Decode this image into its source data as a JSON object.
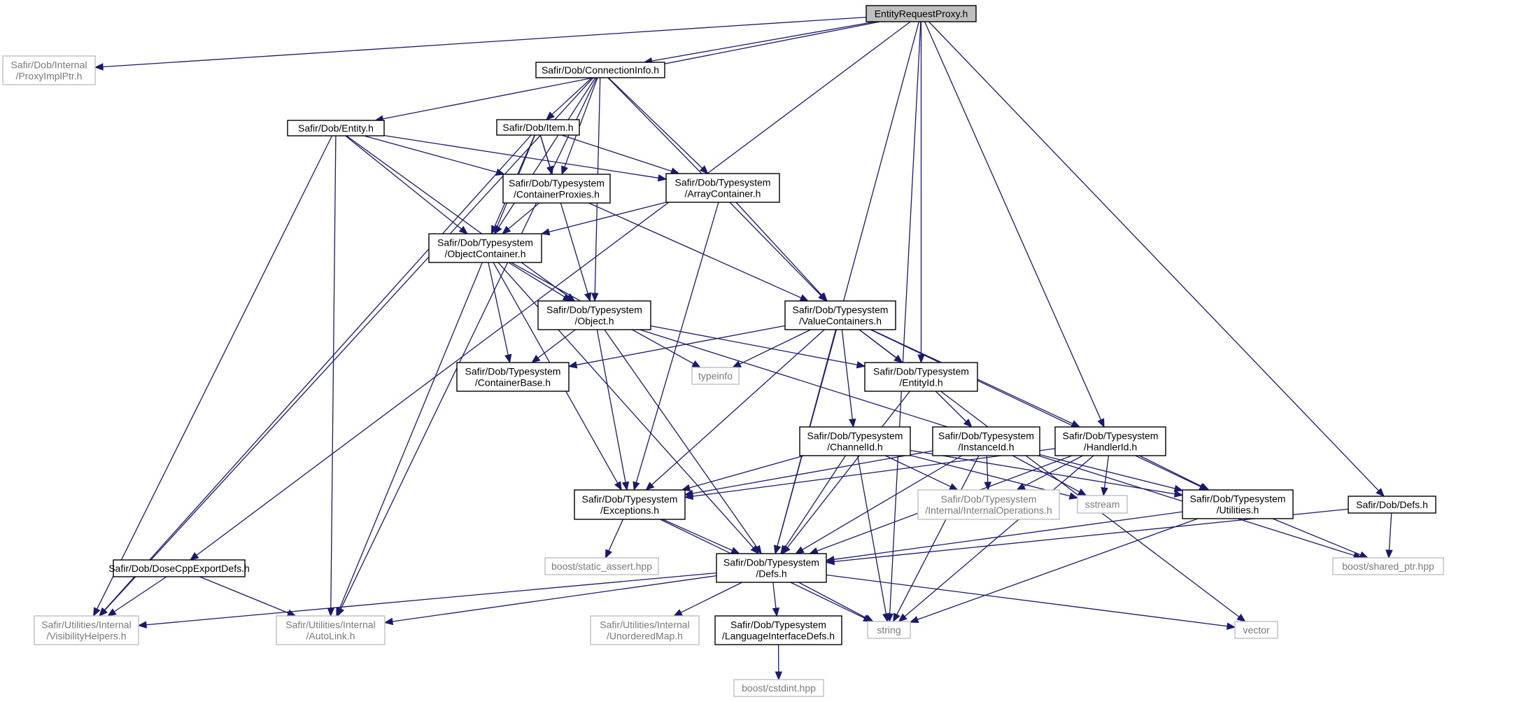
{
  "nodes": {
    "root": {
      "lines": [
        "EntityRequestProxy.h"
      ],
      "kind": "root"
    },
    "proxyimpl": {
      "lines": [
        "Safir/Dob/Internal",
        "/ProxyImplPtr.h"
      ],
      "kind": "ext"
    },
    "conninfo": {
      "lines": [
        "Safir/Dob/ConnectionInfo.h"
      ],
      "kind": "int"
    },
    "entity": {
      "lines": [
        "Safir/Dob/Entity.h"
      ],
      "kind": "int"
    },
    "item": {
      "lines": [
        "Safir/Dob/Item.h"
      ],
      "kind": "int"
    },
    "contprox": {
      "lines": [
        "Safir/Dob/Typesystem",
        "/ContainerProxies.h"
      ],
      "kind": "int"
    },
    "arraycont": {
      "lines": [
        "Safir/Dob/Typesystem",
        "/ArrayContainer.h"
      ],
      "kind": "int"
    },
    "objcont": {
      "lines": [
        "Safir/Dob/Typesystem",
        "/ObjectContainer.h"
      ],
      "kind": "int"
    },
    "object": {
      "lines": [
        "Safir/Dob/Typesystem",
        "/Object.h"
      ],
      "kind": "int"
    },
    "valcont": {
      "lines": [
        "Safir/Dob/Typesystem",
        "/ValueContainers.h"
      ],
      "kind": "int"
    },
    "contbase": {
      "lines": [
        "Safir/Dob/Typesystem",
        "/ContainerBase.h"
      ],
      "kind": "int"
    },
    "typeinfo": {
      "lines": [
        "typeinfo"
      ],
      "kind": "ext"
    },
    "entityid": {
      "lines": [
        "Safir/Dob/Typesystem",
        "/EntityId.h"
      ],
      "kind": "int"
    },
    "channelid": {
      "lines": [
        "Safir/Dob/Typesystem",
        "/ChannelId.h"
      ],
      "kind": "int"
    },
    "instanceid": {
      "lines": [
        "Safir/Dob/Typesystem",
        "/InstanceId.h"
      ],
      "kind": "int"
    },
    "handlerid": {
      "lines": [
        "Safir/Dob/Typesystem",
        "/HandlerId.h"
      ],
      "kind": "int"
    },
    "exceptions": {
      "lines": [
        "Safir/Dob/Typesystem",
        "/Exceptions.h"
      ],
      "kind": "int"
    },
    "internalops": {
      "lines": [
        "Safir/Dob/Typesystem",
        "/Internal/InternalOperations.h"
      ],
      "kind": "ext"
    },
    "sstream": {
      "lines": [
        "sstream"
      ],
      "kind": "ext"
    },
    "utilities": {
      "lines": [
        "Safir/Dob/Typesystem",
        "/Utilities.h"
      ],
      "kind": "int"
    },
    "dobdefs": {
      "lines": [
        "Safir/Dob/Defs.h"
      ],
      "kind": "int"
    },
    "dosecpp": {
      "lines": [
        "Safir/Dob/DoseCppExportDefs.h"
      ],
      "kind": "int"
    },
    "staticassert": {
      "lines": [
        "boost/static_assert.hpp"
      ],
      "kind": "ext"
    },
    "tsdefs": {
      "lines": [
        "Safir/Dob/Typesystem",
        "/Defs.h"
      ],
      "kind": "int"
    },
    "sharedptr": {
      "lines": [
        "boost/shared_ptr.hpp"
      ],
      "kind": "ext"
    },
    "vishelp": {
      "lines": [
        "Safir/Utilities/Internal",
        "/VisibilityHelpers.h"
      ],
      "kind": "ext"
    },
    "autolink": {
      "lines": [
        "Safir/Utilities/Internal",
        "/AutoLink.h"
      ],
      "kind": "ext"
    },
    "unordmap": {
      "lines": [
        "Safir/Utilities/Internal",
        "/UnorderedMap.h"
      ],
      "kind": "ext"
    },
    "langiface": {
      "lines": [
        "Safir/Dob/Typesystem",
        "/LanguageInterfaceDefs.h"
      ],
      "kind": "int"
    },
    "string": {
      "lines": [
        "string"
      ],
      "kind": "ext"
    },
    "vector": {
      "lines": [
        "vector"
      ],
      "kind": "ext"
    },
    "cstdint": {
      "lines": [
        "boost/cstdint.hpp"
      ],
      "kind": "ext"
    }
  },
  "edges": [
    [
      "root",
      "proxyimpl"
    ],
    [
      "root",
      "conninfo"
    ],
    [
      "root",
      "entity"
    ],
    [
      "root",
      "dosecpp"
    ],
    [
      "root",
      "entityid"
    ],
    [
      "root",
      "handlerid"
    ],
    [
      "root",
      "dobdefs"
    ],
    [
      "root",
      "tsdefs"
    ],
    [
      "root",
      "string"
    ],
    [
      "conninfo",
      "item"
    ],
    [
      "conninfo",
      "contprox"
    ],
    [
      "conninfo",
      "arraycont"
    ],
    [
      "conninfo",
      "objcont"
    ],
    [
      "conninfo",
      "object"
    ],
    [
      "conninfo",
      "valcont"
    ],
    [
      "conninfo",
      "vishelp"
    ],
    [
      "conninfo",
      "autolink"
    ],
    [
      "entity",
      "contprox"
    ],
    [
      "entity",
      "arraycont"
    ],
    [
      "entity",
      "objcont"
    ],
    [
      "entity",
      "object"
    ],
    [
      "entity",
      "vishelp"
    ],
    [
      "entity",
      "autolink"
    ],
    [
      "item",
      "contprox"
    ],
    [
      "item",
      "arraycont"
    ],
    [
      "item",
      "objcont"
    ],
    [
      "item",
      "object"
    ],
    [
      "item",
      "vishelp"
    ],
    [
      "item",
      "autolink"
    ],
    [
      "contprox",
      "objcont"
    ],
    [
      "contprox",
      "valcont"
    ],
    [
      "arraycont",
      "objcont"
    ],
    [
      "arraycont",
      "valcont"
    ],
    [
      "arraycont",
      "exceptions"
    ],
    [
      "objcont",
      "object"
    ],
    [
      "objcont",
      "contbase"
    ],
    [
      "objcont",
      "typeinfo"
    ],
    [
      "objcont",
      "exceptions"
    ],
    [
      "objcont",
      "tsdefs"
    ],
    [
      "object",
      "contbase"
    ],
    [
      "object",
      "entityid"
    ],
    [
      "object",
      "exceptions"
    ],
    [
      "object",
      "tsdefs"
    ],
    [
      "object",
      "sharedptr"
    ],
    [
      "valcont",
      "contbase"
    ],
    [
      "valcont",
      "typeinfo"
    ],
    [
      "valcont",
      "entityid"
    ],
    [
      "valcont",
      "channelid"
    ],
    [
      "valcont",
      "handlerid"
    ],
    [
      "valcont",
      "exceptions"
    ],
    [
      "valcont",
      "utilities"
    ],
    [
      "valcont",
      "tsdefs"
    ],
    [
      "valcont",
      "vector"
    ],
    [
      "entityid",
      "instanceid"
    ],
    [
      "entityid",
      "tsdefs"
    ],
    [
      "channelid",
      "exceptions"
    ],
    [
      "channelid",
      "internalops"
    ],
    [
      "channelid",
      "sstream"
    ],
    [
      "channelid",
      "utilities"
    ],
    [
      "channelid",
      "tsdefs"
    ],
    [
      "channelid",
      "string"
    ],
    [
      "instanceid",
      "exceptions"
    ],
    [
      "instanceid",
      "internalops"
    ],
    [
      "instanceid",
      "sstream"
    ],
    [
      "instanceid",
      "utilities"
    ],
    [
      "instanceid",
      "tsdefs"
    ],
    [
      "instanceid",
      "string"
    ],
    [
      "handlerid",
      "exceptions"
    ],
    [
      "handlerid",
      "internalops"
    ],
    [
      "handlerid",
      "sstream"
    ],
    [
      "handlerid",
      "utilities"
    ],
    [
      "handlerid",
      "tsdefs"
    ],
    [
      "handlerid",
      "string"
    ],
    [
      "exceptions",
      "staticassert"
    ],
    [
      "exceptions",
      "tsdefs"
    ],
    [
      "exceptions",
      "string"
    ],
    [
      "utilities",
      "tsdefs"
    ],
    [
      "utilities",
      "string"
    ],
    [
      "utilities",
      "sharedptr"
    ],
    [
      "dobdefs",
      "tsdefs"
    ],
    [
      "dobdefs",
      "sharedptr"
    ],
    [
      "dosecpp",
      "vishelp"
    ],
    [
      "dosecpp",
      "autolink"
    ],
    [
      "tsdefs",
      "vishelp"
    ],
    [
      "tsdefs",
      "autolink"
    ],
    [
      "tsdefs",
      "unordmap"
    ],
    [
      "tsdefs",
      "langiface"
    ],
    [
      "tsdefs",
      "string"
    ],
    [
      "tsdefs",
      "vector"
    ],
    [
      "langiface",
      "cstdint"
    ]
  ]
}
